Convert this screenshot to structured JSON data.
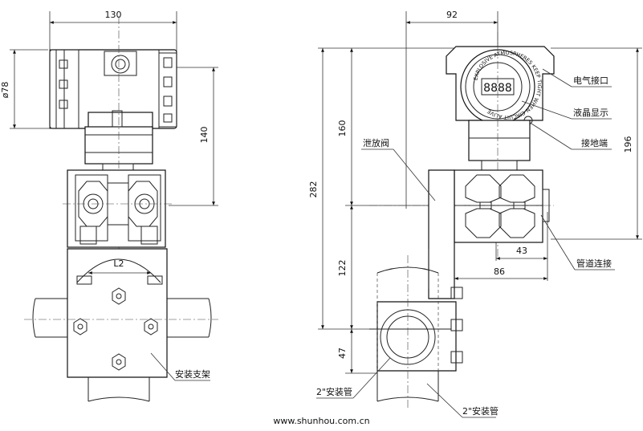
{
  "front_view": {
    "dim_width": "130",
    "dim_diameter": "ø78",
    "dim_height": "140",
    "dim_l2": "L2",
    "label_bracket": "安装支架"
  },
  "side_view": {
    "dim_top_width": "92",
    "dim_160": "160",
    "dim_196": "196",
    "dim_282": "282",
    "dim_122": "122",
    "dim_47": "47",
    "dim_43": "43",
    "dim_86": "86",
    "label_electrical": "电气接口",
    "label_lcd": "液晶显示",
    "label_ground": "接地端",
    "label_vent": "泄放阀",
    "label_pipe_conn": "管道连接",
    "label_pipe_left": "2\"安装管",
    "label_pipe_right": "2\"安装管",
    "nameplate_text": "EXPLOSIVE ATMOSPHERES KEEP TIGHT WHEN CIRCUIT ALIVE",
    "lcd_digits": "8888"
  },
  "footer": {
    "website": "www.shunhou.com.cn"
  }
}
